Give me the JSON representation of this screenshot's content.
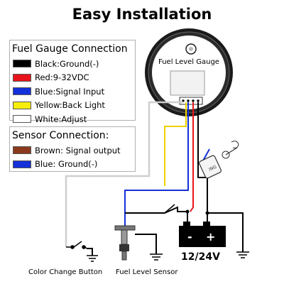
{
  "title": "Easy Installation",
  "gauge": {
    "face_label": "Fuel Level Gauge"
  },
  "fuel_gauge_connection": {
    "heading": "Fuel Gauge Connection",
    "items": [
      {
        "label": "Black:Ground(-)",
        "color": "#000000"
      },
      {
        "label": "Red:9-32VDC",
        "color": "#e8141b"
      },
      {
        "label": "Blue:Signal Input",
        "color": "#1430d8"
      },
      {
        "label": "Yellow:Back Light",
        "color": "#f6ee0a"
      },
      {
        "label": "White:Adjust",
        "color": "#ffffff"
      }
    ]
  },
  "sensor_connection": {
    "heading": "Sensor Connection:",
    "items": [
      {
        "label": "Brown: Signal output",
        "color": "#8b3a1e"
      },
      {
        "label": "Blue: Ground(-)",
        "color": "#1430d8"
      }
    ]
  },
  "battery": {
    "voltage_label": "12/24V",
    "minus": "-",
    "plus": "+"
  },
  "captions": {
    "color_change_button": "Color Change Button",
    "fuel_level_sensor": "Fuel Level Sensor"
  }
}
